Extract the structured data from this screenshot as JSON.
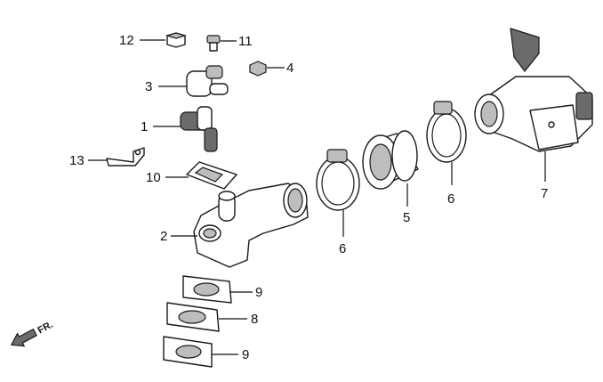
{
  "callouts": {
    "c12": "12",
    "c11": "11",
    "c4": "4",
    "c3": "3",
    "c1": "1",
    "c13": "13",
    "c10": "10",
    "c2": "2",
    "c6a": "6",
    "c5": "5",
    "c6b": "6",
    "c7": "7",
    "c9a": "9",
    "c8": "8",
    "c9b": "9"
  },
  "direction_marker": "FR.",
  "colors": {
    "line": "#1a1a1a",
    "shade": "#bdbdbd",
    "dark": "#6b6b6b",
    "background": "#ffffff"
  }
}
